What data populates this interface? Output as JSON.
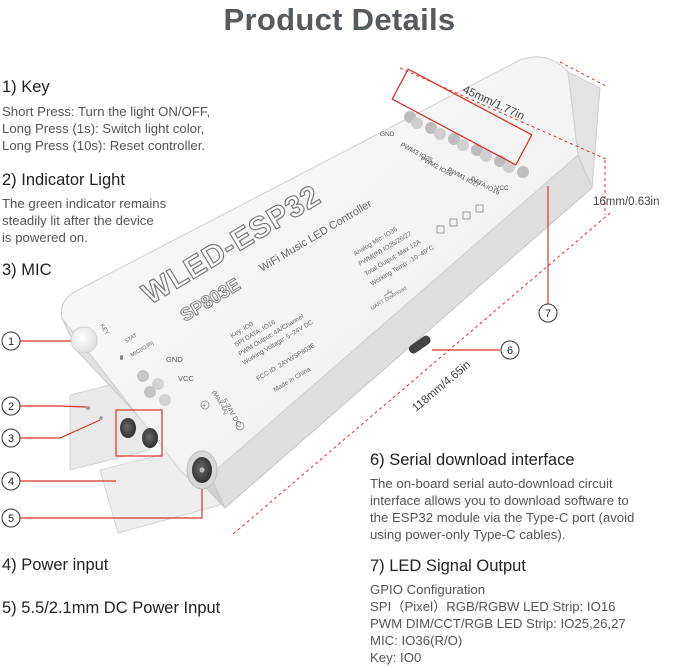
{
  "title": "Product Details",
  "sections": {
    "key": {
      "heading": "1) Key",
      "lines": [
        "Short Press: Turn the light ON/OFF,",
        "Long Press (1s): Switch light color,",
        "Long Press (10s): Reset controller."
      ]
    },
    "indicator": {
      "heading": "2) Indicator Light",
      "lines": [
        "The green indicator remains",
        "steadily lit after the device",
        "is powered on."
      ]
    },
    "mic": {
      "heading": "3) MIC"
    },
    "power_input": {
      "heading": "4) Power input"
    },
    "dc_input": {
      "heading": "5) 5.5/2.1mm DC Power Input"
    },
    "serial": {
      "heading": "6) Serial download interface",
      "lines": [
        "The on-board serial auto-download circuit",
        "interface allows you to download software to",
        "the ESP32 module via the Type-C port (avoid",
        "using power-only Type-C cables)."
      ]
    },
    "led_output": {
      "heading": "7) LED Signal Output",
      "lines": [
        "GPIO Configuration",
        "SPI（Pixel）RGB/RGBW LED Strip: IO16",
        "PWM DIM/CCT/RGB LED Strip: IO25,26,27",
        "MIC: IO36(R/O)",
        "Key: IO0"
      ]
    }
  },
  "dimensions": {
    "width": "45mm/1.77in",
    "height": "16mm/0.63in",
    "length": "118mm/4.65in"
  },
  "callouts": [
    "1",
    "2",
    "3",
    "4",
    "5",
    "6",
    "7"
  ],
  "device": {
    "brand": "WLED-ESP32",
    "model": "SP803E",
    "subtitle": "WiFi Music LED Controller",
    "specs_left": [
      "Key: IO0",
      "SPI DATA: IO16",
      "PWM Output: 4A/Channel",
      "Working Voltage: 5~24V DC",
      "FCC ID: 2AYWSP803E",
      "Made in China"
    ],
    "specs_right": [
      "Analog Mic: IO36",
      "PWM(IN) IO25/26/27",
      "Total Output: Max 12A",
      "Working Temp: -10~40°C"
    ],
    "terminal_labels": [
      "GND",
      "PWM3 IO25",
      "PWM2 IO26",
      "PWM1 IO27",
      "DATA IO16",
      "VCC"
    ],
    "power_labels": [
      "GND",
      "VCC"
    ],
    "key_label": "KEY",
    "stat_label": "STAT",
    "mic_label": "MIC(IO36)",
    "dc_label": "5-24V DC",
    "dc_current": "(MAX-4A)",
    "uart_label": "UART Download",
    "plus": "+",
    "minus": "−"
  },
  "colors": {
    "accent": "#d9342b",
    "title": "#555a5f",
    "body_text": "#555555",
    "device_body": "#f3f3f3"
  }
}
